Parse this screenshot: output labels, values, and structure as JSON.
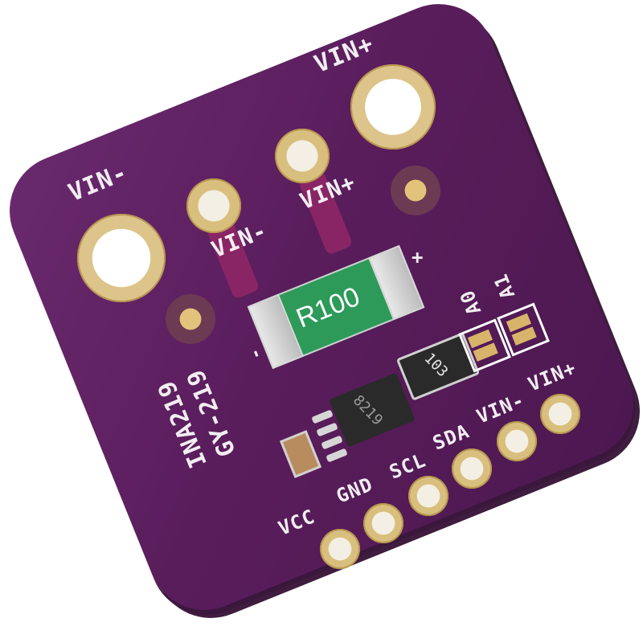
{
  "image": {
    "subject": "INA219 current sensor breakout board (GY-219)",
    "board_color": "#5a1f5e",
    "pad_color": "#d9bf7e",
    "silkscreen_color": "#f2eef2"
  },
  "board": {
    "model_label": "INA219",
    "module_label": "GY-219",
    "top_terminals": {
      "left_big_label": "VIN-",
      "right_big_label": "VIN+",
      "left_small_label": "VIN-",
      "right_small_label": "VIN+"
    },
    "shunt_resistor": {
      "label": "R100",
      "polarity_plus": "+",
      "polarity_minus": "-"
    },
    "ic": {
      "marking": "8219"
    },
    "resistor_network": {
      "marking": "103"
    },
    "address_jumpers": [
      "A0",
      "A1"
    ],
    "header_pins": [
      "VCC",
      "GND",
      "SCL",
      "SDA",
      "VIN-",
      "VIN+"
    ]
  }
}
